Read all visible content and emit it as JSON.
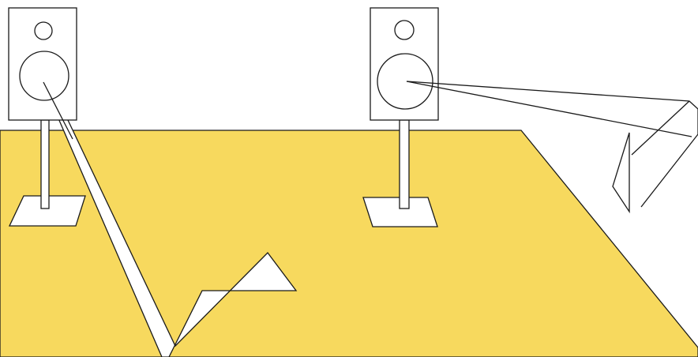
{
  "scene": {
    "description_items": [
      "left-speaker",
      "right-speaker",
      "floor",
      "floor-reflection-arrow",
      "wall-reflection-arrow"
    ],
    "colors": {
      "floor": "#f7d95e",
      "outline": "#1a1a1a",
      "background": "#ffffff",
      "speaker_fill": "#ffffff"
    },
    "icons": {
      "left_speaker": "loudspeaker-icon",
      "right_speaker": "loudspeaker-icon"
    }
  }
}
